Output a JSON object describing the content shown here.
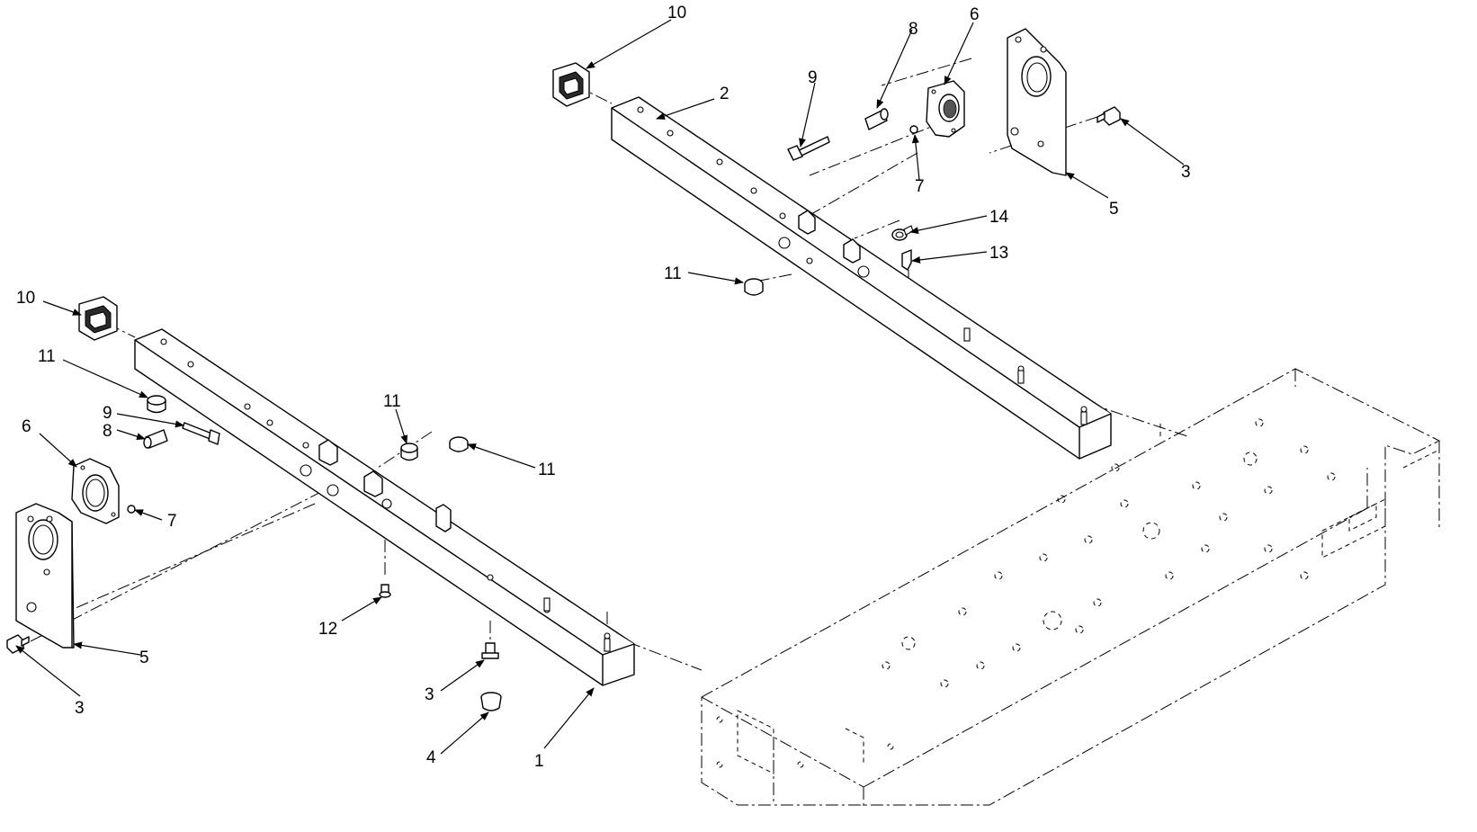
{
  "diagram": {
    "callouts": {
      "c1": "1",
      "c2": "2",
      "c3a": "3",
      "c3b": "3",
      "c3c": "3",
      "c4": "4",
      "c5a": "5",
      "c5b": "5",
      "c6a": "6",
      "c6b": "6",
      "c7a": "7",
      "c7b": "7",
      "c8a": "8",
      "c8b": "8",
      "c9a": "9",
      "c9b": "9",
      "c10a": "10",
      "c10b": "10",
      "c11a": "11",
      "c11b": "11",
      "c11c": "11",
      "c11d": "11",
      "c12": "12",
      "c13": "13",
      "c14": "14"
    }
  }
}
